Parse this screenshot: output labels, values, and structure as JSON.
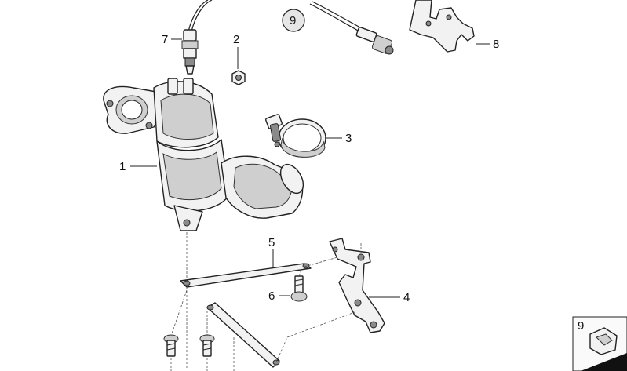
{
  "callouts": {
    "c1": "1",
    "c2": "2",
    "c3": "3",
    "c4": "4",
    "c5": "5",
    "c6": "6",
    "c7": "7",
    "c8": "8",
    "c9": "9",
    "c9_small": "9"
  }
}
